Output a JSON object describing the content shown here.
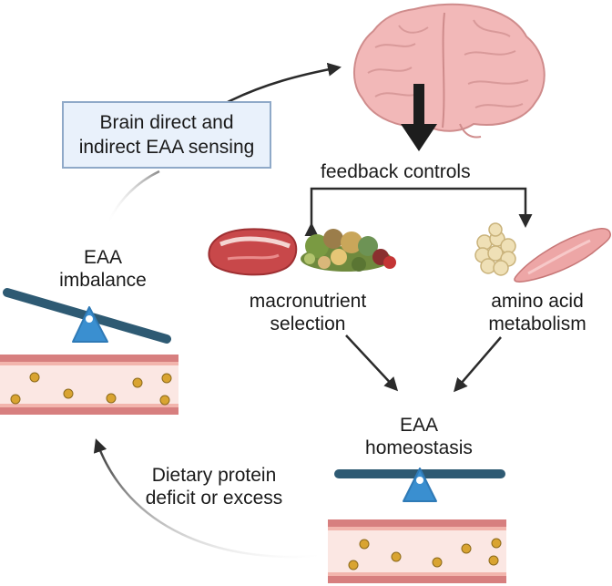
{
  "sensing_box": {
    "line1": "Brain direct and",
    "line2": "indirect EAA sensing"
  },
  "feedback_label": "feedback controls",
  "macronutrient_label": {
    "line1": "macronutrient",
    "line2": "selection"
  },
  "amino_acid_label": {
    "line1": "amino acid",
    "line2": "metabolism"
  },
  "homeostasis_label": {
    "line1": "EAA",
    "line2": "homeostasis"
  },
  "imbalance_label": {
    "line1": "EAA",
    "line2": "imbalance"
  },
  "dietary_label": {
    "line1": "Dietary protein",
    "line2": "deficit or excess"
  },
  "icons": [
    "brain-icon",
    "meat-icon",
    "vegetables-icon",
    "amino-acid-cluster-icon",
    "muscle-icon",
    "balance-scale-icon",
    "blood-vessel-icon"
  ],
  "colors": {
    "brain": "#f2b8b8",
    "brain_outline": "#cf8c8c",
    "box_fill": "#e9f1fb",
    "box_border": "#8fa9c8",
    "scale_beam": "#2e5a73",
    "scale_pivot": "#3a8fd0",
    "vessel_wall": "#d77f7f",
    "vessel_inner": "#fbe7e3",
    "particle": "#d9a431",
    "arrow": "#2b2b2b"
  }
}
